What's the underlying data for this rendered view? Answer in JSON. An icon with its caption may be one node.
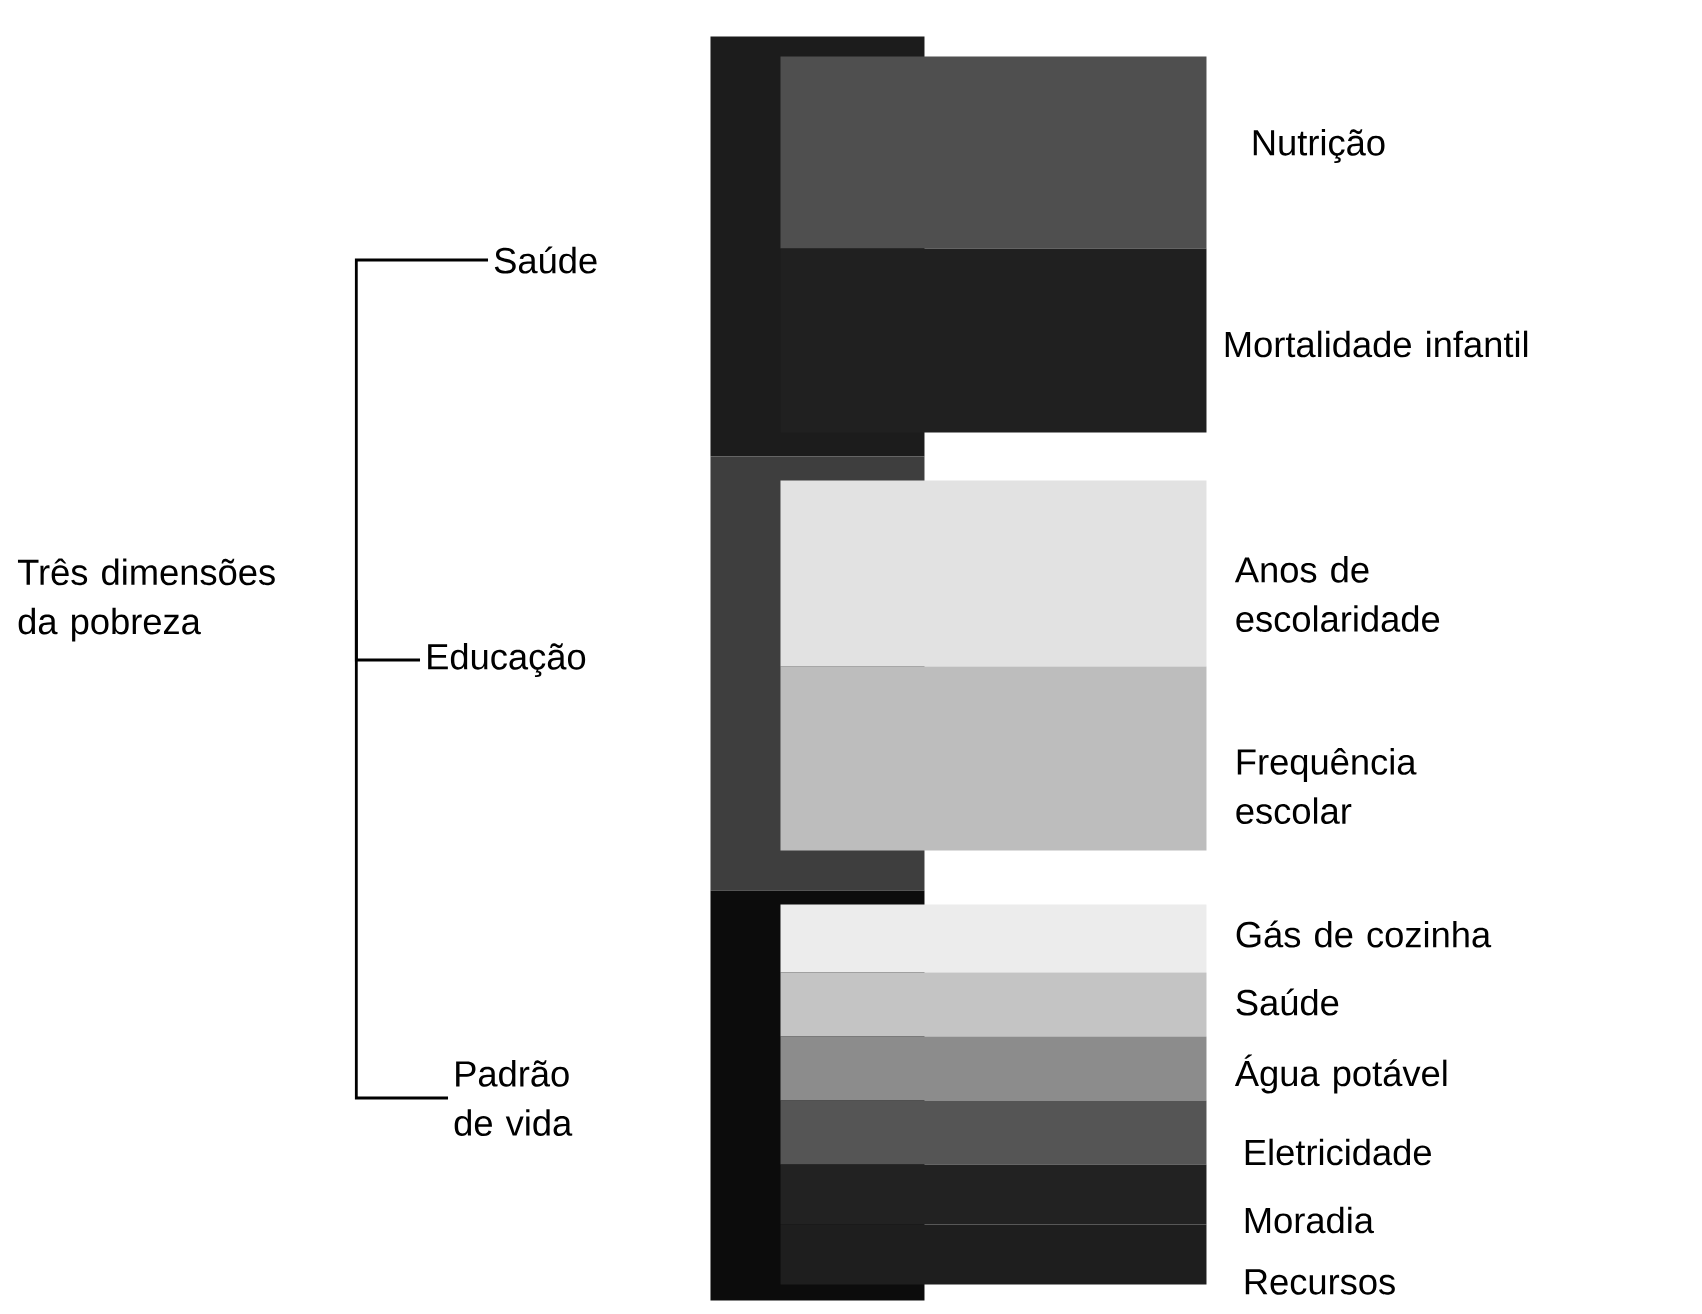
{
  "diagram": {
    "nodes": [
      {
        "text": [
          "Três dimensões da pobreza"
        ]
      },
      {
        "text": [
          "Saúde"
        ]
      },
      {
        "text": [
          "Educação"
        ]
      },
      {
        "text": [
          "Padrão de vida"
        ]
      },
      {
        "text": [],
        "shape": "bar"
      },
      {
        "text": [],
        "shape": "bar",
        "beside": [
          "Nutrição"
        ]
      },
      {
        "text": [],
        "shape": "bar",
        "beside": [
          "Mortalidade infantil"
        ]
      },
      {
        "text": [],
        "shape": "bar"
      },
      {
        "text": [],
        "shape": "bar",
        "beside": [
          "Anos de escolaridade"
        ]
      },
      {
        "text": [],
        "shape": "bar",
        "beside": [
          "Frequência escolar"
        ]
      },
      {
        "text": [],
        "shape": "bar"
      },
      {
        "text": [],
        "shape": "bar",
        "beside": [
          "Gás de cozinha"
        ]
      },
      {
        "text": [],
        "shape": "bar",
        "beside": [
          "Saúde"
        ]
      },
      {
        "text": [],
        "shape": "bar",
        "beside": [
          "Água potável"
        ]
      },
      {
        "text": [],
        "shape": "bar",
        "beside": [
          "Eletricidade"
        ]
      },
      {
        "text": [],
        "shape": "bar",
        "beside": [
          "Moradia"
        ]
      },
      {
        "text": [],
        "shape": "bar",
        "beside": [
          "Recursos"
        ]
      }
    ],
    "edges": [
      {
        "from": 0,
        "to": 1,
        "arrow": "none"
      },
      {
        "from": 0,
        "to": 2,
        "arrow": "none"
      },
      {
        "from": 0,
        "to": 3,
        "arrow": "none"
      }
    ]
  }
}
